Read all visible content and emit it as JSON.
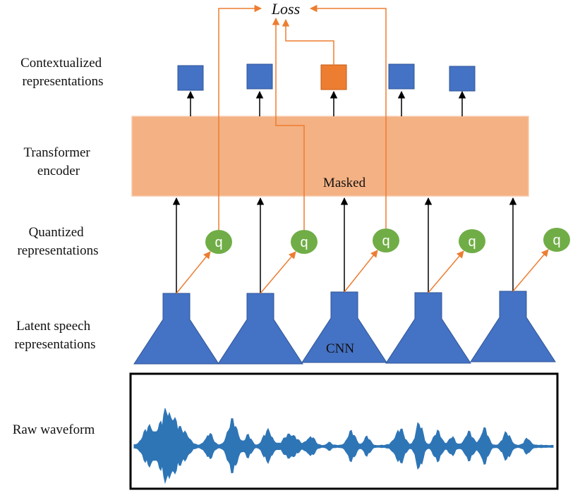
{
  "labels": {
    "contextualized": [
      "Contextualized",
      "representations"
    ],
    "transformer": [
      "Transformer",
      "encoder"
    ],
    "quantized": [
      "Quantized",
      "representations"
    ],
    "latent": [
      "Latent speech",
      "representations"
    ],
    "raw": [
      "Raw waveform"
    ]
  },
  "loss_label": "Loss",
  "masked_label": "Masked",
  "cnn_label": "CNN",
  "q_label": "q",
  "masked_index": 2,
  "colors": {
    "blue": "#4472C4",
    "orange_box": "#ED7D31",
    "encoder_fill": "#F4B183",
    "q_green": "#70AD47",
    "arrow_orange": "#ED7D31",
    "waveform": "#2E75B6",
    "black": "#000000"
  }
}
